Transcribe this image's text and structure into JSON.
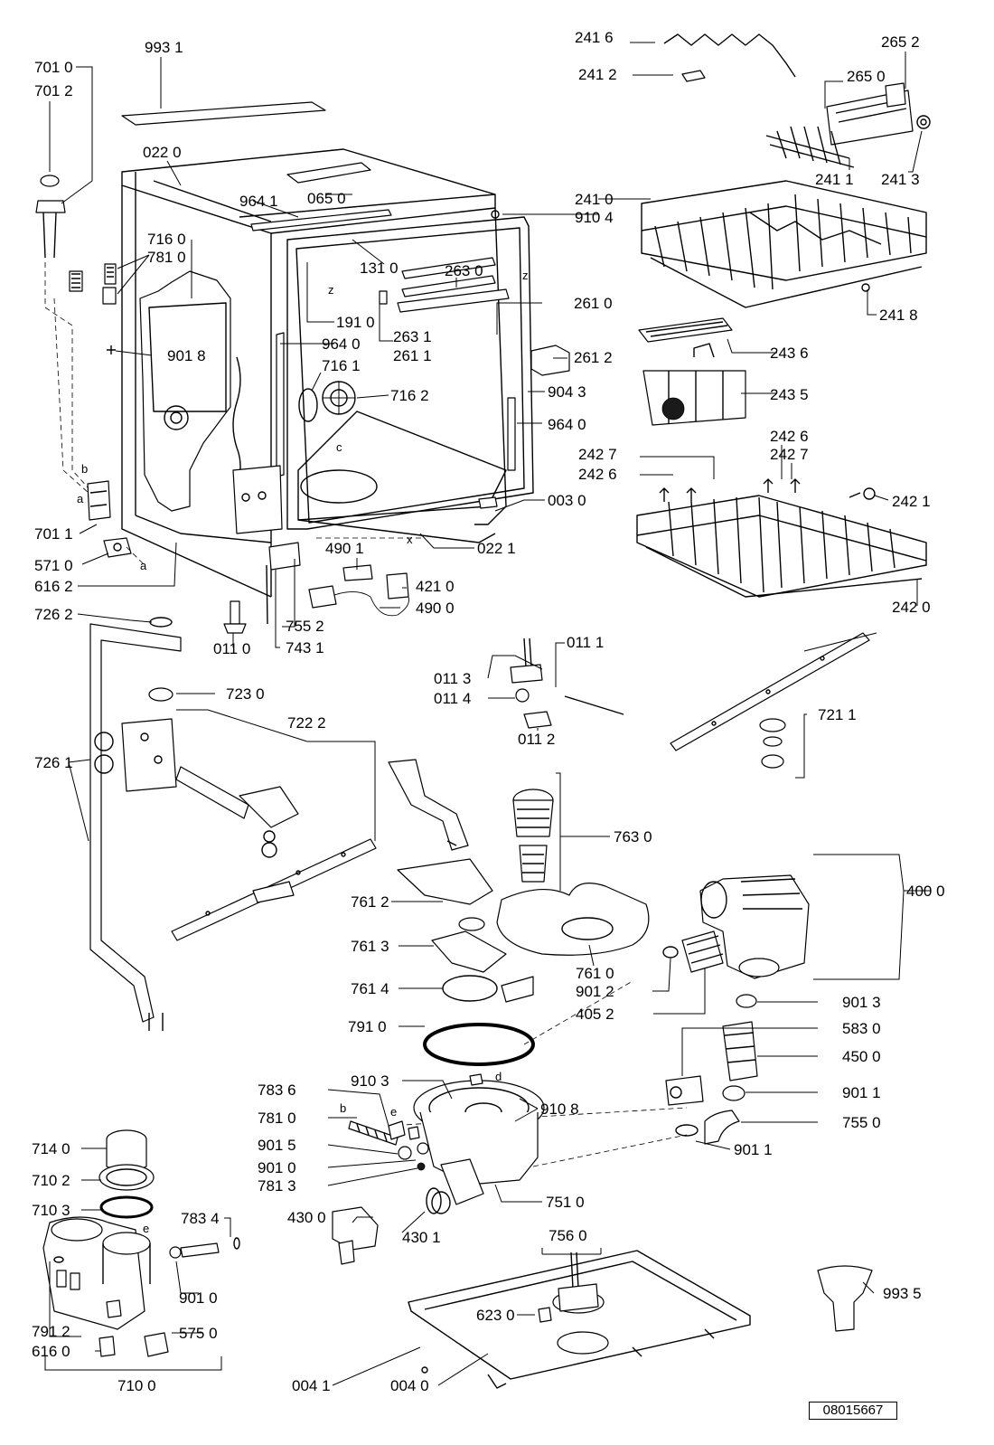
{
  "document_number": "08015667",
  "part_labels": [
    "993 1",
    "701 0",
    "701 2",
    "022 0",
    "065 0",
    "964 1",
    "131 0",
    "716 0",
    "781 0",
    "191 0",
    "964 0",
    "716 1",
    "716 2",
    "901 8",
    "263 0",
    "263 1",
    "261 1",
    "261 0",
    "261 2",
    "904 3",
    "964 0",
    "003 0",
    "022 1",
    "490 1",
    "421 0",
    "490 0",
    "701 1",
    "571 0",
    "616 2",
    "726 2",
    "011 0",
    "755 2",
    "743 1",
    "241 6",
    "241 2",
    "265 2",
    "265 0",
    "241 1",
    "241 3",
    "241 0",
    "910 4",
    "241 8",
    "243 6",
    "243 5",
    "242 6",
    "242 7",
    "242 7",
    "242 6",
    "242 1",
    "242 0",
    "011 1",
    "011 3",
    "011 4",
    "011 2",
    "721 1",
    "723 0",
    "722 2",
    "726 1",
    "763 0",
    "761 2",
    "761 3",
    "761 4",
    "761 0",
    "400 0",
    "901 2",
    "405 2",
    "901 3",
    "791 0",
    "583 0",
    "450 0",
    "783 6",
    "910 3",
    "910 8",
    "901 1",
    "781 0",
    "901 5",
    "901 0",
    "781 3",
    "755 0",
    "901 1",
    "751 0",
    "714 0",
    "710 2",
    "710 3",
    "783 4",
    "430 0",
    "430 1",
    "756 0",
    "993 5",
    "901 0",
    "623 0",
    "791 2",
    "575 0",
    "616 0",
    "710 0",
    "004 1",
    "004 0"
  ],
  "connection_letters": [
    "z",
    "z",
    "c",
    "x",
    "b",
    "a",
    "a",
    "b",
    "e",
    "d",
    "e"
  ]
}
